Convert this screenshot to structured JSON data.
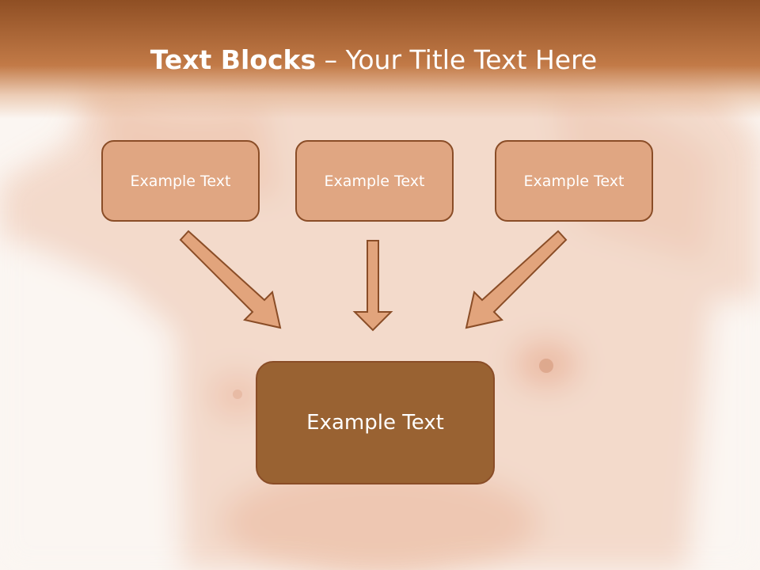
{
  "title": {
    "bold": "Text Blocks",
    "separator": " – ",
    "rest": "Your Title Text Here"
  },
  "boxes": {
    "left": "Example Text",
    "center": "Example Text",
    "right": "Example Text"
  },
  "target": "Example Text",
  "colors": {
    "header": "#b46a38",
    "box_fill": "#e0a682",
    "box_border": "#8a4d27",
    "target_fill": "#996232",
    "arrow_fill": "#e2a47c"
  }
}
